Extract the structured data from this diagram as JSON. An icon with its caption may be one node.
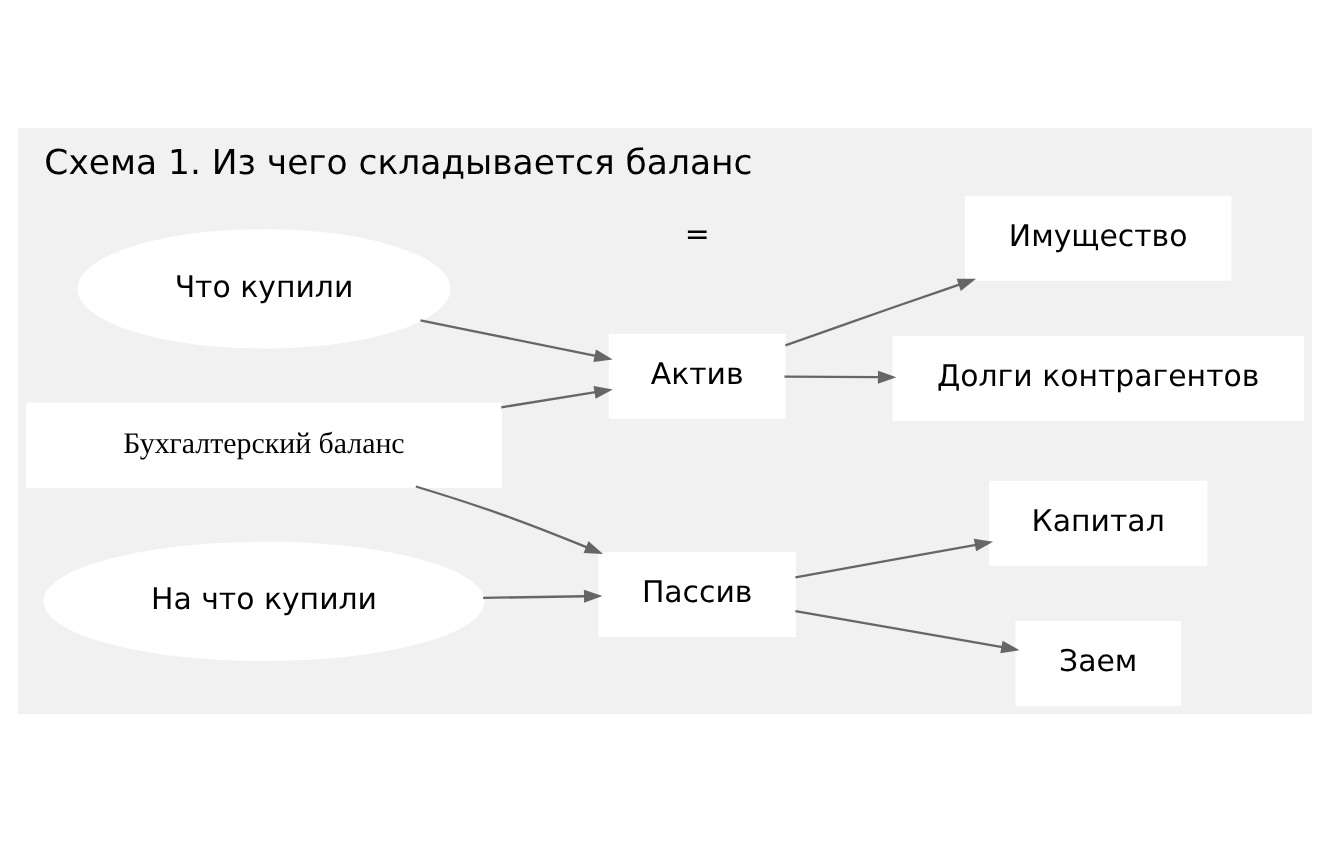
{
  "diagram": {
    "title": "Схема 1. Из чего складывается баланс",
    "nodes": [
      {
        "text": [
          "Что купили"
        ]
      },
      {
        "text": [
          "Бухгалтерский баланс"
        ]
      },
      {
        "text": [
          "На что купили"
        ]
      },
      {
        "text": [
          "Актив"
        ]
      },
      {
        "text": [
          "Пассив"
        ]
      },
      {
        "text": [
          "Имущество"
        ]
      },
      {
        "text": [
          "Долги контрагентов"
        ]
      },
      {
        "text": [
          "Капитал"
        ]
      },
      {
        "text": [
          "Заем"
        ]
      }
    ],
    "edges": [
      {
        "from": 0,
        "to": 3,
        "arrow": "to"
      },
      {
        "from": 1,
        "to": 3,
        "arrow": "to"
      },
      {
        "from": 1,
        "to": 4,
        "arrow": "to"
      },
      {
        "from": 2,
        "to": 4,
        "arrow": "to"
      },
      {
        "from": 3,
        "to": 5,
        "arrow": "to"
      },
      {
        "from": 3,
        "to": 6,
        "arrow": "to"
      },
      {
        "from": 4,
        "to": 7,
        "arrow": "to"
      },
      {
        "from": 4,
        "to": 8,
        "arrow": "to"
      }
    ],
    "labels": [
      "="
    ]
  }
}
